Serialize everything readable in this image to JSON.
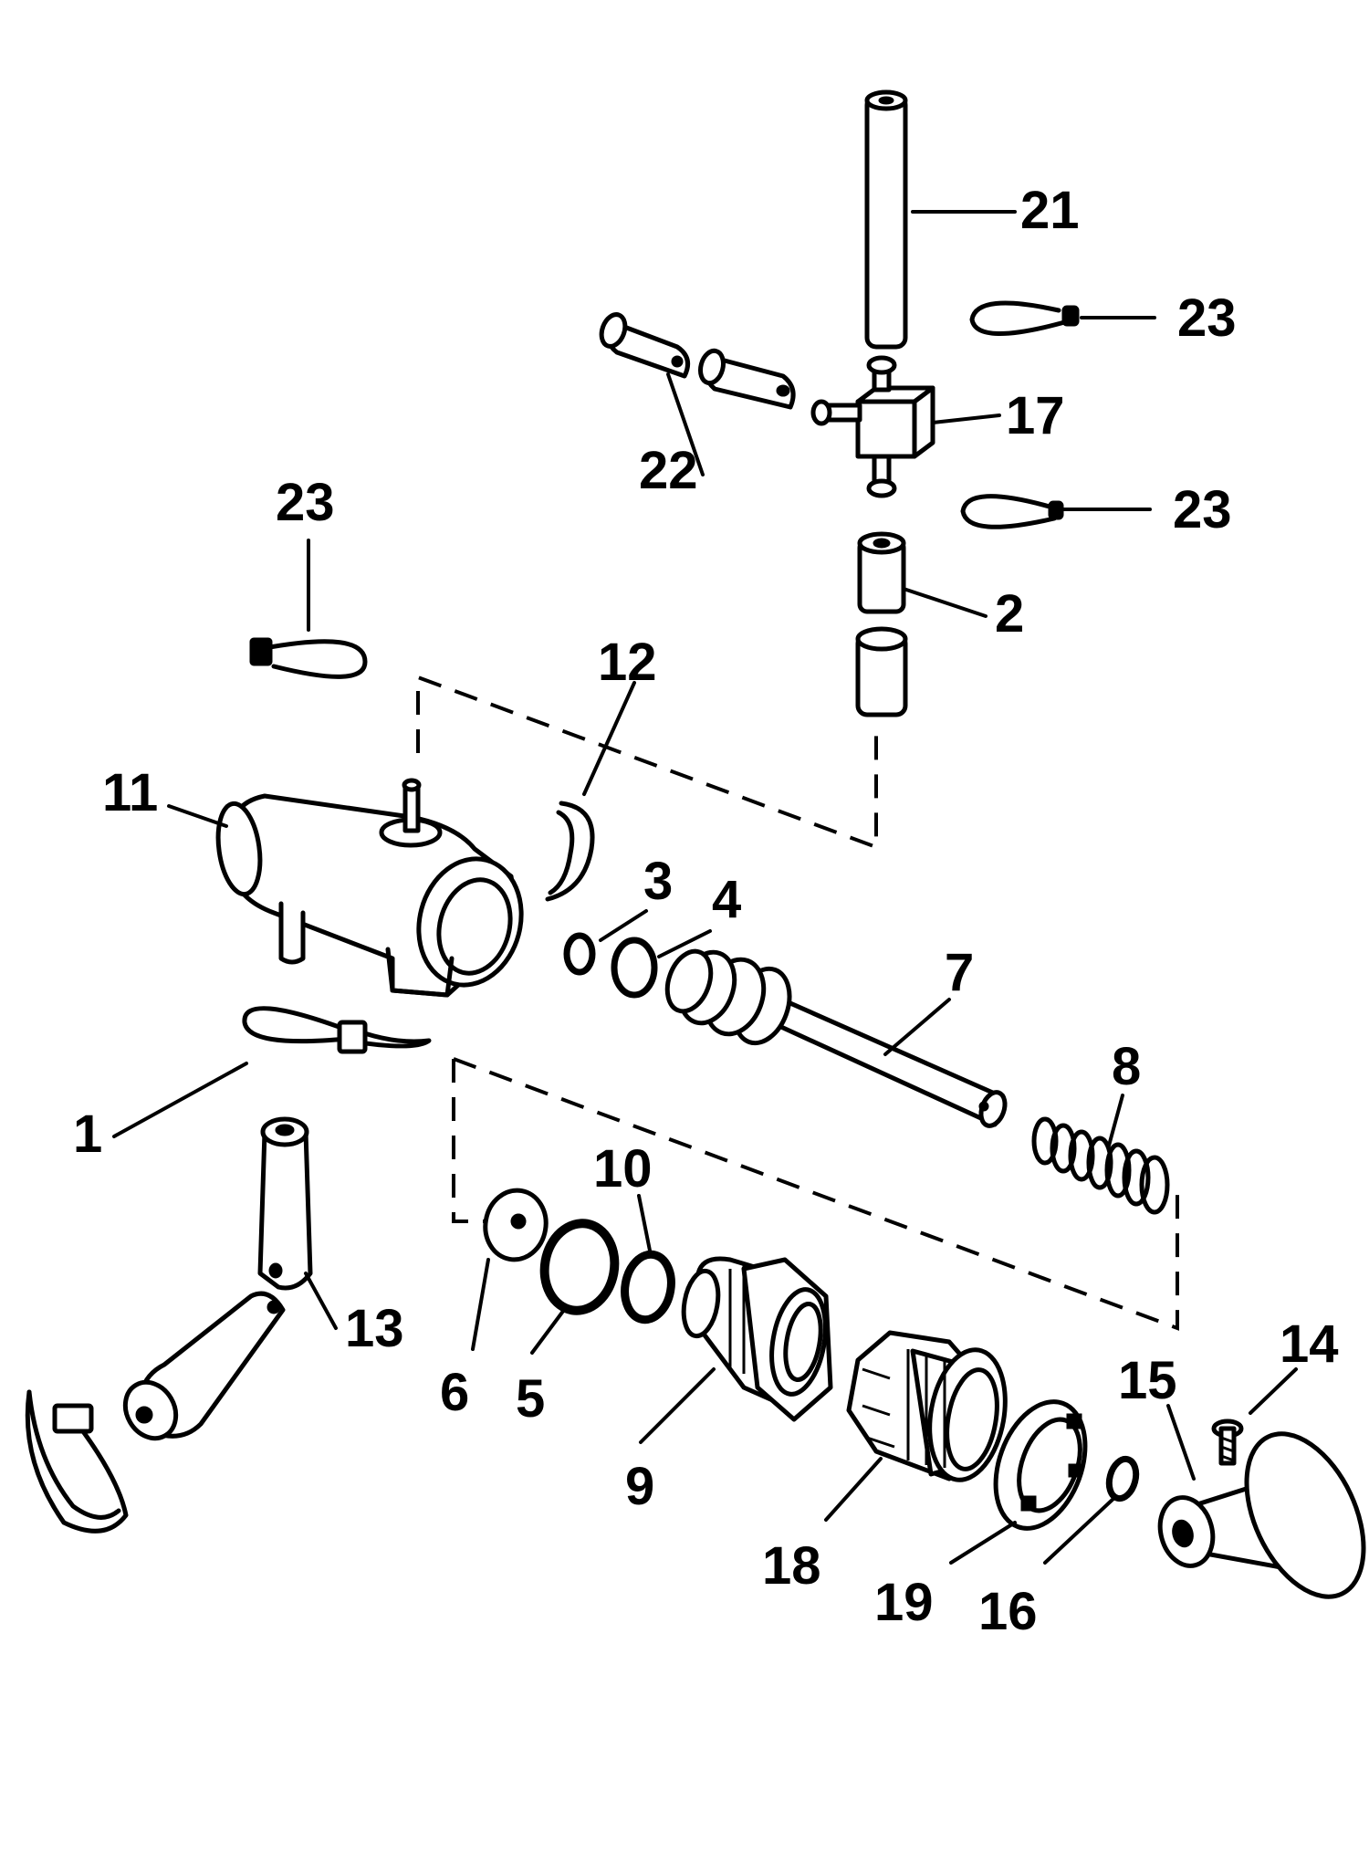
{
  "callouts": [
    {
      "id": "c1",
      "text": "1"
    },
    {
      "id": "c2",
      "text": "2"
    },
    {
      "id": "c3",
      "text": "3"
    },
    {
      "id": "c4",
      "text": "4"
    },
    {
      "id": "c5",
      "text": "5"
    },
    {
      "id": "c6",
      "text": "6"
    },
    {
      "id": "c7",
      "text": "7"
    },
    {
      "id": "c8",
      "text": "8"
    },
    {
      "id": "c9",
      "text": "9"
    },
    {
      "id": "c10",
      "text": "10"
    },
    {
      "id": "c11",
      "text": "11"
    },
    {
      "id": "c12",
      "text": "12"
    },
    {
      "id": "c13",
      "text": "13"
    },
    {
      "id": "c14",
      "text": "14"
    },
    {
      "id": "c15",
      "text": "15"
    },
    {
      "id": "c16",
      "text": "16"
    },
    {
      "id": "c17",
      "text": "17"
    },
    {
      "id": "c18",
      "text": "18"
    },
    {
      "id": "c19",
      "text": "19"
    },
    {
      "id": "c21",
      "text": "21"
    },
    {
      "id": "c22",
      "text": "22"
    },
    {
      "id": "c23a",
      "text": "23"
    },
    {
      "id": "c23b",
      "text": "23"
    },
    {
      "id": "c23c",
      "text": "23"
    }
  ]
}
